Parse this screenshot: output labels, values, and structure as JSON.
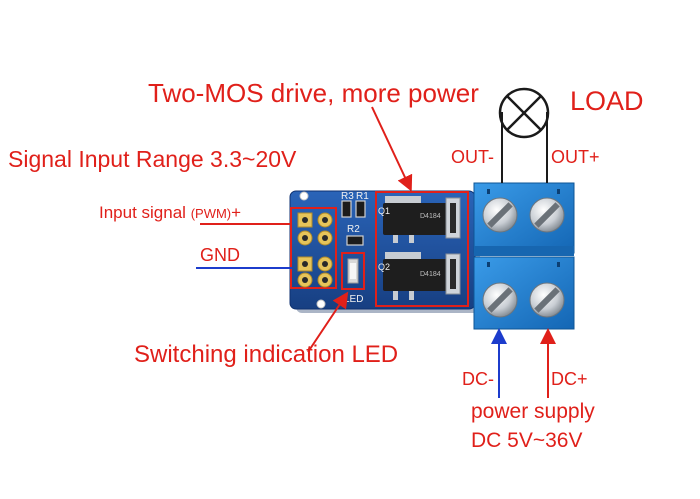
{
  "labels": {
    "two_mos": "Two-MOS drive, more power",
    "load": "LOAD",
    "signal_range": "Signal Input Range  3.3~20V",
    "input_signal_pre": "Input signal ",
    "input_signal_pwm": "(PWM)",
    "input_signal_post": "+",
    "gnd": "GND",
    "out_minus": "OUT-",
    "out_plus": "OUT+",
    "switching_led": "Switching indication LED",
    "dc_minus": "DC-",
    "dc_plus": "DC+",
    "power_supply": "power supply",
    "dc_range": "DC 5V~36V"
  },
  "pcb_silkscreen": {
    "r3": "R3",
    "r1": "R1",
    "r2": "R2",
    "q1": "Q1",
    "q2": "Q2",
    "led": "LED",
    "chip_brand": "D4184"
  },
  "colors": {
    "label_red": "#e0201a",
    "wire_blue": "#1c3ccc",
    "pcb_blue": "#1c4e9a",
    "terminal_blue": "#1f7fd0"
  }
}
